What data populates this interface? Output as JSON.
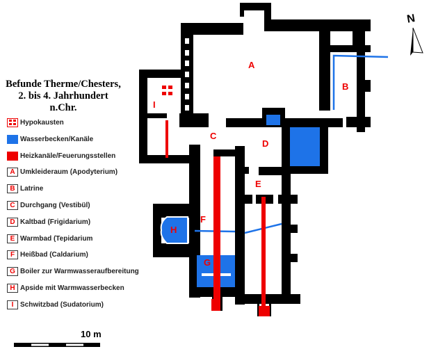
{
  "title_line1": "Befunde Therme/Chesters,",
  "title_line2": "2. bis 4. Jahrhundert n.Chr.",
  "legend": [
    {
      "key": "",
      "label": "Hypokausten",
      "kind": "hypocaust"
    },
    {
      "key": "",
      "label": "Wasserbecken/Kanäle",
      "kind": "water"
    },
    {
      "key": "",
      "label": "Heizkanäle/Feuerungsstellen",
      "kind": "heat"
    },
    {
      "key": "A",
      "label": "Umkleideraum (Apodyterium)",
      "kind": "letter"
    },
    {
      "key": "B",
      "label": "Latrine",
      "kind": "letter"
    },
    {
      "key": "C",
      "label": "Durchgang (Vestibül)",
      "kind": "letter"
    },
    {
      "key": "D",
      "label": "Kaltbad (Frigidarium)",
      "kind": "letter"
    },
    {
      "key": "E",
      "label": "Warmbad (Tepidarium",
      "kind": "letter"
    },
    {
      "key": "F",
      "label": "Heißbad (Caldarium)",
      "kind": "letter"
    },
    {
      "key": "G",
      "label": "Boiler zur Warmwasseraufbereitung",
      "kind": "letter"
    },
    {
      "key": "H",
      "label": "Apside mit Warmwasserbecken",
      "kind": "letter"
    },
    {
      "key": "I",
      "label": "Schwitzbad (Sudatorium)",
      "kind": "letter"
    }
  ],
  "plan_labels": {
    "A": "A",
    "B": "B",
    "C": "C",
    "D": "D",
    "E": "E",
    "F": "F",
    "G": "G",
    "H": "H",
    "I": "I"
  },
  "north_label": "N",
  "scale_label": "10 m",
  "colors": {
    "wall": "#000000",
    "water": "#1e73e8",
    "heat": "#ee0000",
    "label": "#ee0000"
  }
}
